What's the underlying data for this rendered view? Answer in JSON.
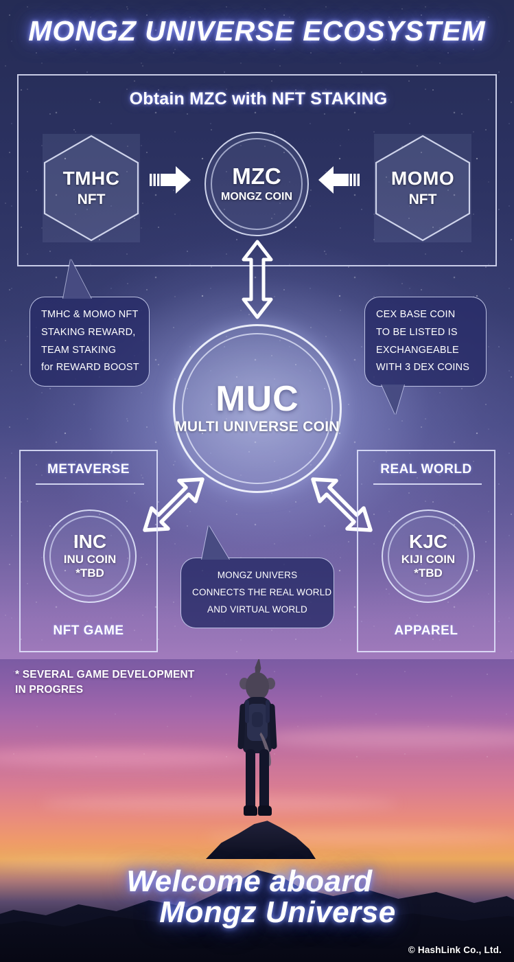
{
  "title": "MONGZ UNIVERSE ECOSYSTEM",
  "colors": {
    "accent_white": "#ffffff",
    "glow_blue": "#6e78f0",
    "panel_border": "#e4e8ff",
    "callout_fill": "#282c68",
    "space_navy": "#2b3160",
    "sunset_orange": "#eba85d",
    "sunset_pink": "#d87c93"
  },
  "top_box": {
    "heading": "Obtain MZC with NFT STAKING",
    "left_node": {
      "name": "TMHC",
      "sub": "NFT",
      "shape": "hexagon"
    },
    "center_node": {
      "name": "MZC",
      "sub": "MONGZ COIN",
      "shape": "circle"
    },
    "right_node": {
      "name": "MOMO",
      "sub": "NFT",
      "shape": "hexagon"
    },
    "arrow_left_icon": "arrow-right-solid-icon",
    "arrow_right_icon": "arrow-left-solid-icon"
  },
  "center_node": {
    "name": "MUC",
    "sub": "MULTI UNIVERSE COIN"
  },
  "arrows": {
    "vertical": "double-arrow-vertical-icon",
    "diagonal_left": "double-arrow-diagonal-icon",
    "diagonal_right": "double-arrow-diagonal-icon"
  },
  "callouts": {
    "left": {
      "lines": [
        "TMHC & MOMO NFT",
        "STAKING REWARD,",
        "TEAM STAKING",
        "for REWARD BOOST"
      ]
    },
    "right": {
      "lines": [
        "CEX BASE COIN",
        "TO BE LISTED IS",
        "EXCHANGEABLE",
        "WITH 3 DEX COINS"
      ]
    },
    "center": {
      "lines": [
        "MONGZ UNIVERS",
        "CONNECTS THE REAL WORLD",
        "AND VIRTUAL WORLD"
      ]
    }
  },
  "panels": [
    {
      "title": "METAVERSE",
      "coin": {
        "name": "INC",
        "sub": "INU COIN",
        "sub2": "*TBD"
      },
      "footer": "NFT GAME"
    },
    {
      "title": "REAL WORLD",
      "coin": {
        "name": "KJC",
        "sub": "KIJI COIN",
        "sub2": "*TBD"
      },
      "footer": "APPAREL"
    }
  ],
  "note": {
    "line1": "* SEVERAL GAME DEVELOPMENT",
    "line2": "IN PROGRES"
  },
  "welcome": {
    "line1": "Welcome aboard",
    "line2": "Mongz Universe"
  },
  "copyright": "© HashLink Co., Ltd."
}
